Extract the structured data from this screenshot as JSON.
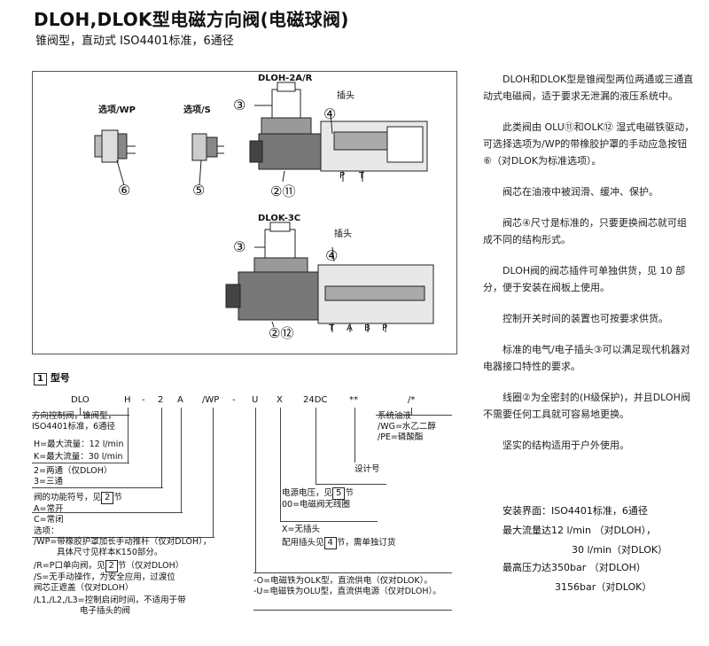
{
  "title": "DLOH,DLOK型电磁方向阀(电磁球阀)",
  "subtitle": "锥阀型，直动式 ISO4401标准，6通径",
  "diagram": {
    "label_wp": "选项/WP",
    "label_s": "选项/S",
    "label_dloh": "DLOH-2A/R",
    "label_dlok": "DLOK-3C",
    "plug_top": "插头",
    "plug_bottom": "插头",
    "ports_top": [
      "P",
      "T"
    ],
    "ports_bottom": [
      "T",
      "A",
      "B",
      "P"
    ],
    "callouts": {
      "c3a": "③",
      "c4a": "④",
      "c6": "⑥",
      "c5": "⑤",
      "c211": "②⑪",
      "c3b": "③",
      "c4b": "④",
      "c212": "②⑫"
    }
  },
  "description": [
    "DLOH和DLOK型是锥阀型两位两通或三通直动式电磁阀，适于要求无泄漏的液压系统中。",
    "此类阀由 OLU⑪和OLK⑫ 湿式电磁铁驱动，可选择选项为/WP的带橡胶护罩的手动应急按钮⑥（对DLOK为标准选项）。",
    "阀芯在油液中被润滑、缓冲、保护。",
    "阀芯④尺寸是标准的，只要更换阀芯就可组成不同的结构形式。",
    "DLOH阀的阀芯插件可单独供货，见 10 部分，便于安装在阀板上使用。",
    "控制开关时间的装置也可按要求供货。",
    "标准的电气/电子插头③可以满足现代机器对电器接口特性的要求。",
    "线圈②为全密封的(H级保护)，并且DLOH阀不需要任何工具就可容易地更换。",
    "坚实的结构适用于户外使用。"
  ],
  "specs": [
    "安装界面：ISO4401标准，6通径",
    "最大流量达12 l/min （对DLOH），",
    "30 l/min（对DLOK）",
    "最高压力达350bar （对DLOH）",
    "3156bar（对DLOK）"
  ],
  "model": {
    "section_num": "1",
    "section_title": "型号",
    "code": [
      "DLO",
      "H",
      "-",
      "2",
      "A",
      "/WP",
      "-",
      "U",
      "X",
      "24DC",
      "**",
      "/*"
    ],
    "desc_dlo": "方向控制阀，锥阀型，ISO4401标准，6通径",
    "h_line": "H=最大流量：12 l/min",
    "k_line": "K=最大流量：30 l/min",
    "two_line": "2=两通（仅DLOH）",
    "three_line": "3=三通",
    "func_line": "阀的功能符号，见",
    "func_ref": "2",
    "func_tail": "节",
    "a_line": "A=常开",
    "c_line": "C=常闭",
    "opt_title": "选项：",
    "wp_line1": "/WP=带橡胶护罩加长手动推杆（仅对DLOH），",
    "wp_line2": "具体尺寸见样本K150部分。",
    "r_line_pre": "/R=P口单向阀，见",
    "r_ref": "2",
    "r_line_post": "节（仅对DLOH）",
    "s_line": "/S=无手动操作，为安全应用，过渡位",
    "s_line2": "阀芯正遮盖（仅对DLOH）",
    "l_line1": "/L1,/L2,/L3=控制启闭时间，不适用于带",
    "l_line2": "电子插头的阀",
    "oil_line1": "系统油液",
    "oil_line2": "/WG=水乙二醇",
    "oil_line3": "/PE=磷酸酯",
    "design_line": "设计号",
    "volt_pre": "电源电压，见",
    "volt_ref": "5",
    "volt_post": "节",
    "volt_00": "00=电磁阀无线圈",
    "x_line1": "X=无插头",
    "x_line2_pre": "配用插头见",
    "x_ref": "4",
    "x_line2_post": "节，需单独订货",
    "o_line": "-O=电磁铁为OLK型，直流供电（仅对DLOK）。",
    "u_line": "-U=电磁铁为OLU型，直流供电源（仅对DLOH）。"
  }
}
